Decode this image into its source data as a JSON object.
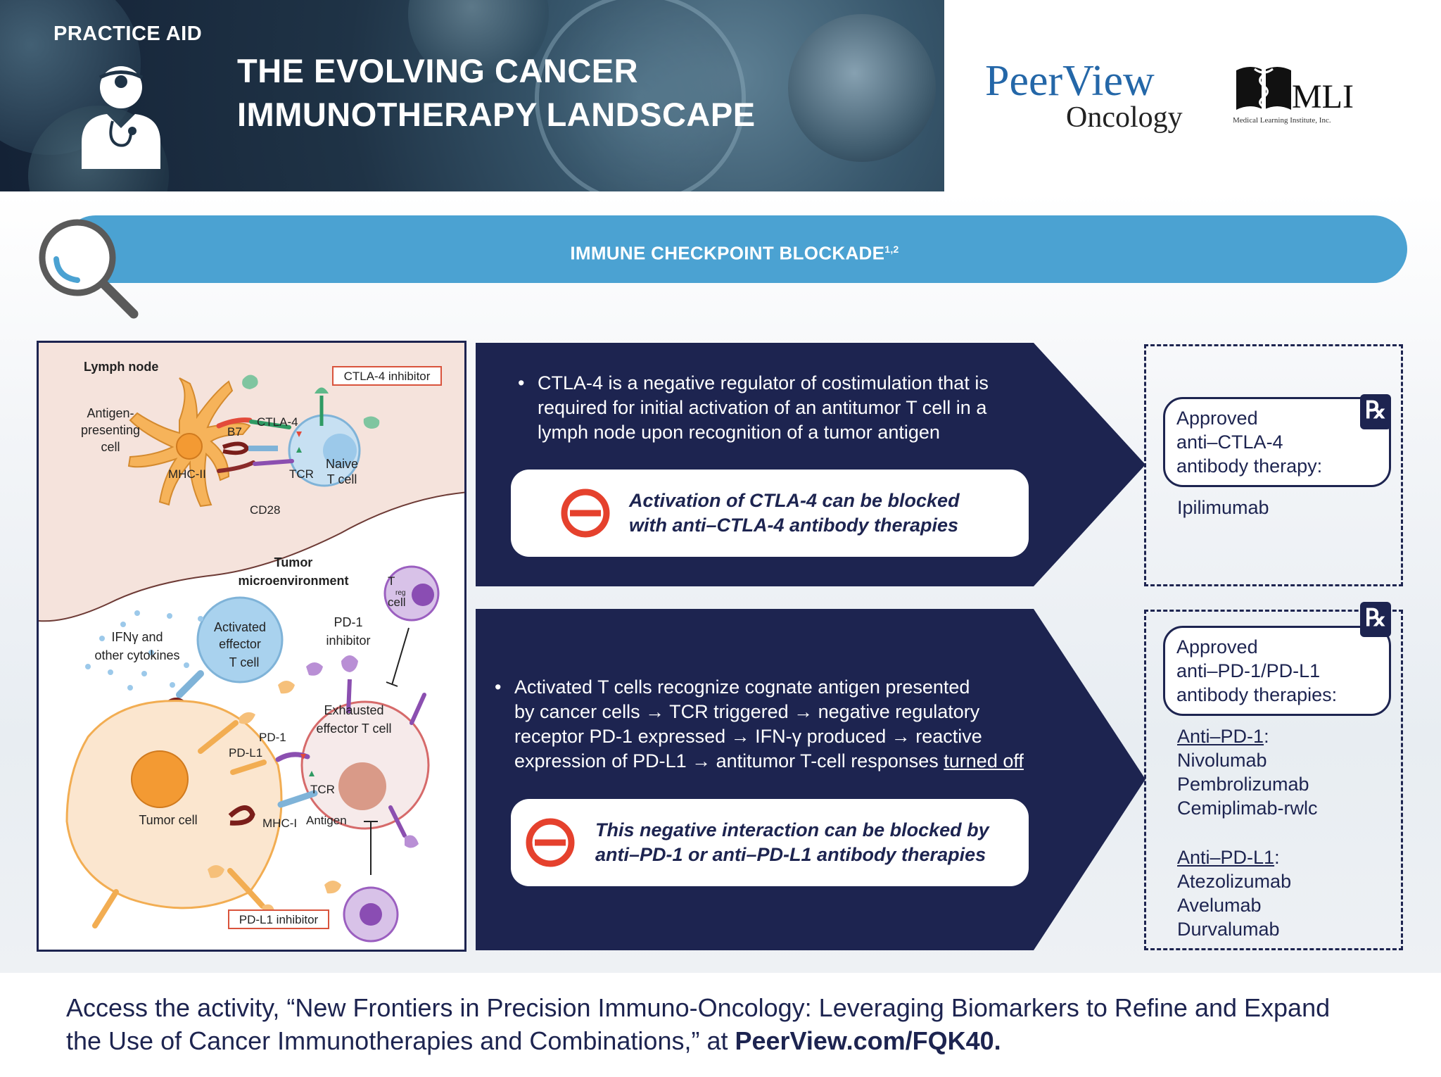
{
  "header": {
    "practice_label": "PRACTICE AID",
    "title_line1": "THE EVOLVING CANCER",
    "title_line2": "IMMUNOTHERAPY LANDSCAPE",
    "logo_peerview": "PeerView",
    "logo_peerview_sub": "Oncology",
    "logo_mli": "MLI",
    "logo_mli_sub": "Medical Learning Institute, Inc."
  },
  "section": {
    "title": "IMMUNE CHECKPOINT BLOCKADE",
    "superscript": "1,2"
  },
  "diagram": {
    "lymph_node": "Lymph node",
    "ctla4_inhibitor": "CTLA-4 inhibitor",
    "apc_line1": "Antigen-",
    "apc_line2": "presenting",
    "apc_line3": "cell",
    "b7": "B7",
    "ctla4": "CTLA-4",
    "mhc2": "MHC-II",
    "tcr_top": "TCR",
    "naive_line1": "Naive",
    "naive_line2": "T cell",
    "cd28": "CD28",
    "tumor_micro_line1": "Tumor",
    "tumor_micro_line2": "microenvironment",
    "treg_t": "T",
    "treg_sub": "reg",
    "treg_cell": "cell",
    "ifn_line1": "IFNγ and",
    "ifn_line2": "other cytokines",
    "activated_line1": "Activated",
    "activated_line2": "effector",
    "activated_line3": "T cell",
    "pd1_inhibitor_line1": "PD-1",
    "pd1_inhibitor_line2": "inhibitor",
    "exhausted_line1": "Exhausted",
    "exhausted_line2": "effector T cell",
    "pd1": "PD-1",
    "pdl1": "PD-L1",
    "tcr_bottom": "TCR",
    "tumor_cell": "Tumor cell",
    "mhc1": "MHC-I",
    "antigen": "Antigen",
    "pdl1_inhibitor": "PD-L1 inhibitor"
  },
  "arrow1": {
    "bullet_line1": "CTLA-4 is a negative regulator of costimulation that is",
    "bullet_line2": "required for initial activation of an antitumor T cell in a",
    "bullet_line3": "lymph node upon recognition of a tumor antigen",
    "callout_line1": "Activation of CTLA-4 can be blocked",
    "callout_line2": "with anti–CTLA-4 antibody therapies"
  },
  "arrow2": {
    "bullet_line1": "Activated T cells recognize cognate antigen presented",
    "bullet_line2": "by cancer cells → TCR triggered → negative regulatory",
    "bullet_line3": "receptor PD-1 expressed → IFN-γ produced → reactive",
    "bullet_line4_prefix": "expression of PD-L1 → antitumor T-cell responses ",
    "bullet_line4_underlined": "turned off",
    "callout_line1": "This negative interaction can be blocked by",
    "callout_line2": "anti–PD-1 or anti–PD-L1 antibody therapies"
  },
  "rx1": {
    "badge": "℞",
    "head_line1": "Approved",
    "head_line2": "anti–CTLA-4",
    "head_line3": "antibody therapy:",
    "drug1": "Ipilimumab"
  },
  "rx2": {
    "badge": "℞",
    "head_line1": "Approved",
    "head_line2": "anti–PD-1/PD-L1",
    "head_line3": "antibody therapies:",
    "group1_label": "Anti–PD-1",
    "group1_colon": ":",
    "group1_drugs": [
      "Nivolumab",
      "Pembrolizumab",
      "Cemiplimab-rwlc"
    ],
    "group2_label": "Anti–PD-L1",
    "group2_colon": ":",
    "group2_drugs": [
      "Atezolizumab",
      "Avelumab",
      "Durvalumab"
    ]
  },
  "footer": {
    "text_line1": "Access the activity, “New Frontiers in Precision Immuno-Oncology: Leveraging Biomarkers to Refine and Expand",
    "text_line2_prefix": "the Use of Cancer Immunotherapies and Combinations,” at ",
    "link": "PeerView.com/FQK40."
  },
  "colors": {
    "navy": "#1d2450",
    "section_blue": "#4ba2d2",
    "stop_red": "#e5412d",
    "inhibitor_box_red": "#d9533c",
    "apc_orange": "#f2ad52",
    "tcell_blue": "#8ec3e6",
    "treg_purple": "#9b5fc0"
  }
}
